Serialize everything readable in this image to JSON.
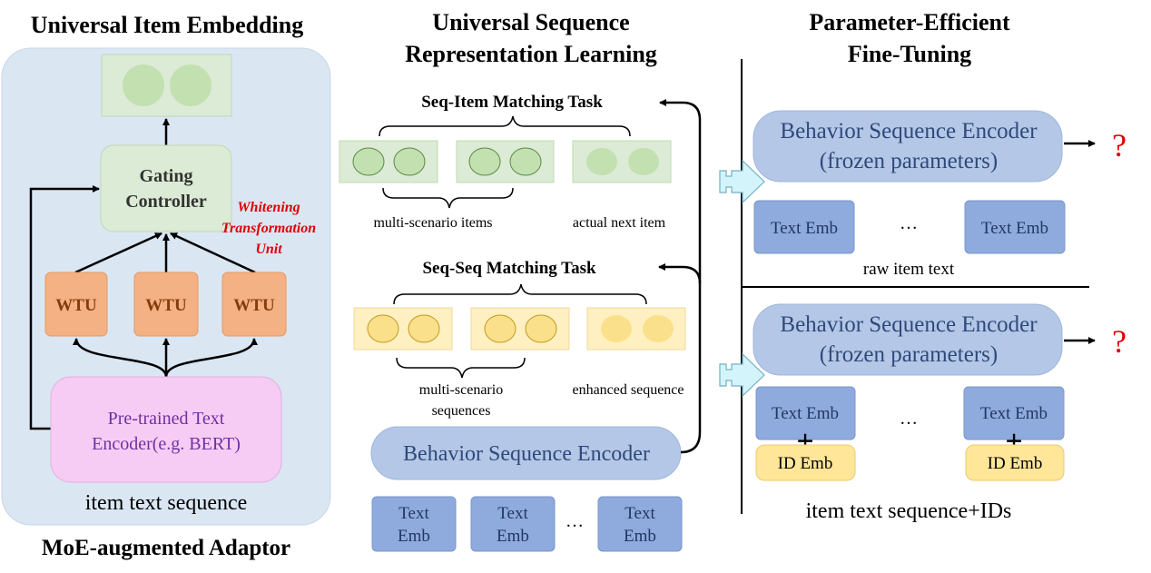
{
  "left_panel": {
    "title": "Universal Item Embedding",
    "bottom_title": "MoE-augmented Adaptor",
    "gating_line1": "Gating",
    "gating_line2": "Controller",
    "whitening_line1": "Whitening",
    "whitening_line2": "Transformation",
    "whitening_line3": "Unit",
    "wtu_label": "WTU",
    "encoder_line1": "Pre-trained Text",
    "encoder_line2": "Encoder(e.g. BERT)",
    "input_label": "item text sequence"
  },
  "middle_panel": {
    "title_line1": "Universal Sequence",
    "title_line2": "Representation Learning",
    "seq_item_task": "Seq-Item Matching Task",
    "seq_seq_task": "Seq-Seq  Matching Task",
    "multi_items_label": "multi-scenario items",
    "next_item_label": "actual next item",
    "multi_seq_line1": "multi-scenario",
    "multi_seq_line2": "sequences",
    "enhanced_label": "enhanced sequence",
    "encoder_label": "Behavior Sequence Encoder",
    "text_emb_line1": "Text",
    "text_emb_line2": "Emb",
    "ellipsis": "…"
  },
  "right_panel": {
    "title_line1": "Parameter-Efficient",
    "title_line2": "Fine-Tuning",
    "encoder_line1": "Behavior Sequence Encoder",
    "encoder_line2": "(frozen parameters)",
    "text_emb": "Text Emb",
    "id_emb": "ID Emb",
    "ellipsis": "…",
    "question_mark": "?",
    "plus": "+",
    "raw_text_label": "raw item text",
    "ids_label": "item text sequence+IDs"
  },
  "colors": {
    "left_bg": "#dbe6f3",
    "green_box": "#dcebd5",
    "green_circle": "#c2e0b0",
    "wtu": "#f4b183",
    "encoder_pink": "#f6ccf5",
    "purple_text": "#7030a0",
    "red_text": "#e00000",
    "yellow_box": "#fff0c2",
    "yellow_circle": "#fbe08c",
    "encoder_blue": "#b4c7e7",
    "emb_blue": "#8faadc",
    "id_yellow": "#ffe699",
    "arrow_cyan": "#d4f4fb"
  }
}
